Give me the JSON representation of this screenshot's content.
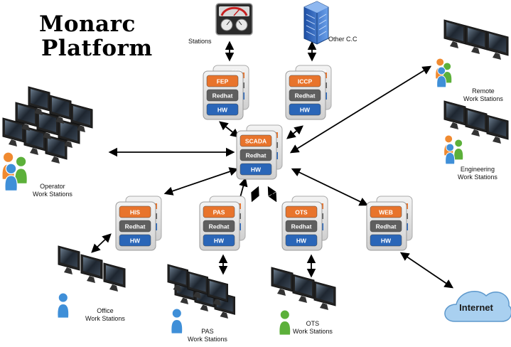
{
  "title": {
    "line1": "Monarc",
    "line2": "Platform"
  },
  "colors": {
    "layer_top": "#e8742c",
    "layer_mid": "#5f5f5f",
    "layer_hw": "#2a66b8",
    "arrow": "#000000",
    "cloud": "#a9d0f0",
    "user_orange": "#f08a30",
    "user_blue": "#3f8fd8",
    "user_green": "#5cb03a"
  },
  "icons": [
    "stations-gauge-icon",
    "other-cc-building-icon",
    "internet-cloud-icon",
    "monitor-icon",
    "user-icon"
  ],
  "servers": [
    {
      "id": "fep",
      "top": "FEP",
      "mid": "Redhat",
      "bottom": "HW",
      "back_label": "FEP"
    },
    {
      "id": "iccp",
      "top": "ICCP",
      "mid": "Redhat",
      "bottom": "HW",
      "back_label": "ICCP"
    },
    {
      "id": "scada",
      "top": "SCADA",
      "mid": "Redhat",
      "bottom": "HW"
    },
    {
      "id": "his",
      "top": "HIS",
      "mid": "Redhat",
      "bottom": "HW"
    },
    {
      "id": "pas",
      "top": "PAS",
      "mid": "Redhat",
      "bottom": "HW"
    },
    {
      "id": "ots",
      "top": "OTS",
      "mid": "Redhat",
      "bottom": "HW"
    },
    {
      "id": "web",
      "top": "WEB",
      "mid": "Redhat",
      "bottom": "HW"
    }
  ],
  "labels": {
    "stations": "Stations",
    "other_cc": "Other C.C",
    "remote": [
      "Remote",
      "Work Stations"
    ],
    "engineering": [
      "Engineering",
      "Work Stations"
    ],
    "operator": [
      "Operator",
      "Work Stations"
    ],
    "office": [
      "Office",
      "Work Stations"
    ],
    "pas_ws": [
      "PAS",
      "Work Stations"
    ],
    "ots_ws": [
      "OTS",
      "Work Stations"
    ],
    "internet": "Internet"
  }
}
